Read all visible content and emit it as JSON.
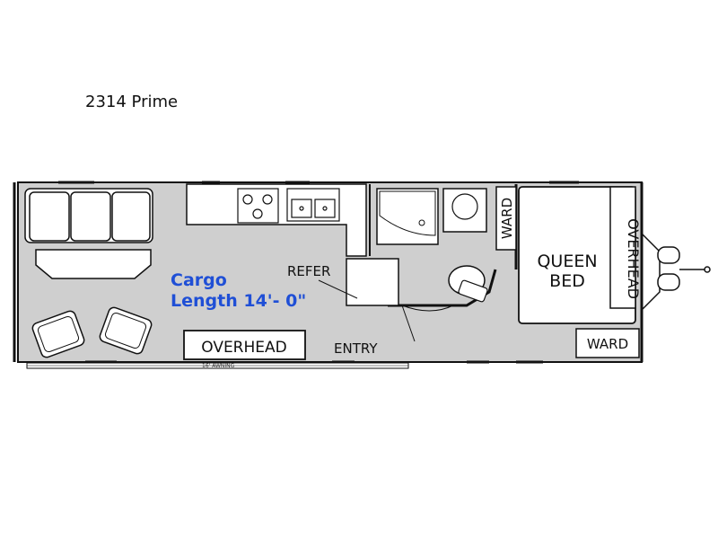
{
  "title": "2314 Prime",
  "colors": {
    "floor": "#cfcfcf",
    "walls": "#111111",
    "fixtures": "#ffffff",
    "cargo_text": "#1f4fd6"
  },
  "labels": {
    "cargo_line1": "Cargo",
    "cargo_line2": "Length 14'- 0\"",
    "refer": "REFER",
    "overhead_front": "OVERHEAD",
    "entry": "ENTRY",
    "ward_upper": "WARD",
    "queen_line1": "QUEEN",
    "queen_line2": "BED",
    "overhead_bed": "OVERHEAD",
    "ward_lower": "WARD",
    "awning": "16' AWNING"
  }
}
